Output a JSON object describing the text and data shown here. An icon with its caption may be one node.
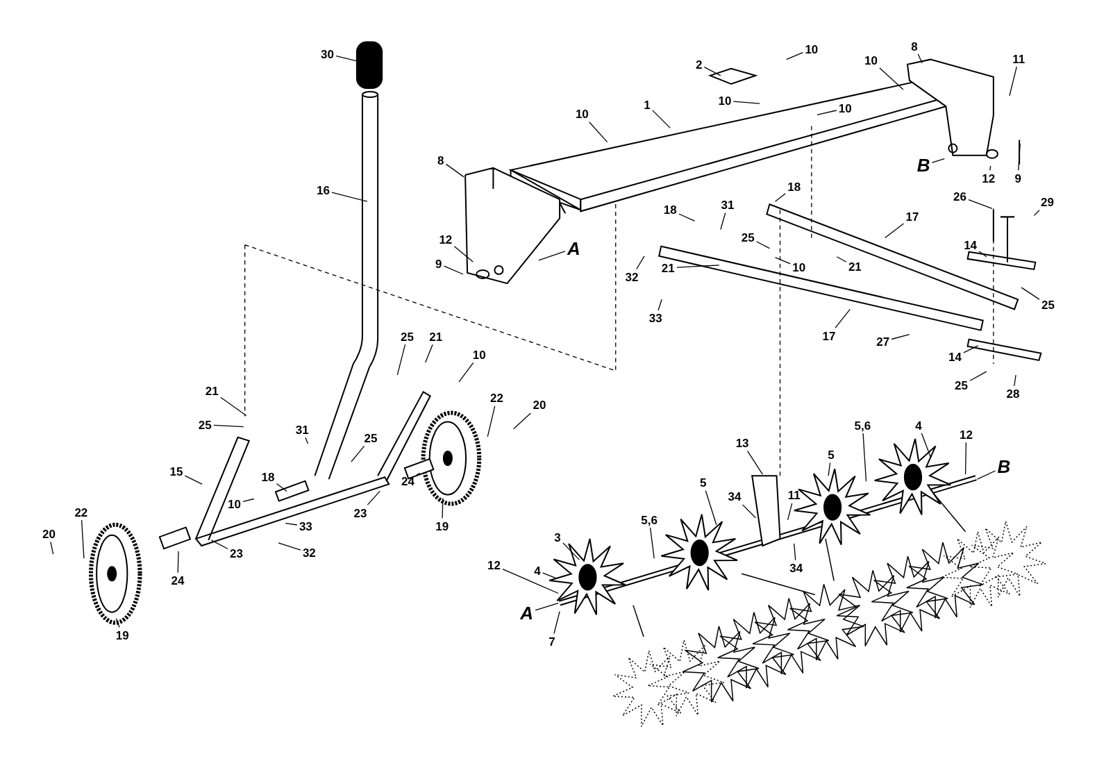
{
  "diagram": {
    "nodes": [
      {
        "text": [
          "30"
        ]
      },
      {
        "text": [
          "10"
        ]
      },
      {
        "text": [
          "8"
        ]
      },
      {
        "text": [
          "10"
        ]
      },
      {
        "text": [
          "11"
        ]
      },
      {
        "text": [
          "2"
        ]
      },
      {
        "text": [
          "10"
        ]
      },
      {
        "text": [
          "10"
        ]
      },
      {
        "text": [
          "10"
        ]
      },
      {
        "text": [
          "1"
        ]
      },
      {
        "text": [
          "B"
        ]
      },
      {
        "text": [
          "12"
        ]
      },
      {
        "text": [
          "9"
        ]
      },
      {
        "text": [
          "8"
        ]
      },
      {
        "text": [
          "16"
        ]
      },
      {
        "text": [
          "18"
        ]
      },
      {
        "text": [
          "26"
        ]
      },
      {
        "text": [
          "29"
        ]
      },
      {
        "text": [
          "31"
        ]
      },
      {
        "text": [
          "18"
        ]
      },
      {
        "text": [
          "17"
        ]
      },
      {
        "text": [
          "12"
        ]
      },
      {
        "text": [
          "14"
        ]
      },
      {
        "text": [
          "A"
        ]
      },
      {
        "text": [
          "25"
        ]
      },
      {
        "text": [
          "21"
        ]
      },
      {
        "text": [
          "21"
        ]
      },
      {
        "text": [
          "10"
        ]
      },
      {
        "text": [
          "9"
        ]
      },
      {
        "text": [
          "32"
        ]
      },
      {
        "text": [
          "33"
        ]
      },
      {
        "text": [
          "25"
        ]
      },
      {
        "text": [
          "17"
        ]
      },
      {
        "text": [
          "27"
        ]
      },
      {
        "text": [
          "14"
        ]
      },
      {
        "text": [
          "25"
        ]
      },
      {
        "text": [
          "21"
        ]
      },
      {
        "text": [
          "10"
        ]
      },
      {
        "text": [
          "21"
        ]
      },
      {
        "text": [
          "22"
        ]
      },
      {
        "text": [
          "20"
        ]
      },
      {
        "text": [
          "25"
        ]
      },
      {
        "text": [
          "31"
        ]
      },
      {
        "text": [
          "25"
        ]
      },
      {
        "text": [
          "15"
        ]
      },
      {
        "text": [
          "18"
        ]
      },
      {
        "text": [
          "13"
        ]
      },
      {
        "text": [
          "4"
        ]
      },
      {
        "text": [
          "5,6"
        ]
      },
      {
        "text": [
          "12"
        ]
      },
      {
        "text": [
          "B"
        ]
      },
      {
        "text": [
          "5"
        ]
      },
      {
        "text": [
          "5"
        ]
      },
      {
        "text": [
          "34"
        ]
      },
      {
        "text": [
          "11"
        ]
      },
      {
        "text": [
          "10"
        ]
      },
      {
        "text": [
          "24"
        ]
      },
      {
        "text": [
          "23"
        ]
      },
      {
        "text": [
          "19"
        ]
      },
      {
        "text": [
          "5,6"
        ]
      },
      {
        "text": [
          "33"
        ]
      },
      {
        "text": [
          "3"
        ]
      },
      {
        "text": [
          "34"
        ]
      },
      {
        "text": [
          "20"
        ]
      },
      {
        "text": [
          "22"
        ]
      },
      {
        "text": [
          "23"
        ]
      },
      {
        "text": [
          "32"
        ]
      },
      {
        "text": [
          "12"
        ]
      },
      {
        "text": [
          "4"
        ]
      },
      {
        "text": [
          "24"
        ]
      },
      {
        "text": [
          "A"
        ]
      },
      {
        "text": [
          "7"
        ]
      },
      {
        "text": [
          "19"
        ]
      },
      {
        "text": [
          "28"
        ]
      },
      {
        "text": [
          "25"
        ]
      }
    ],
    "edges": [
      {
        "from": 0,
        "to": null,
        "arrow": "none"
      },
      {
        "from": 1,
        "to": null,
        "arrow": "none"
      },
      {
        "from": 2,
        "to": null,
        "arrow": "none"
      },
      {
        "from": 3,
        "to": null,
        "arrow": "none"
      },
      {
        "from": 4,
        "to": null,
        "arrow": "none"
      },
      {
        "from": 5,
        "to": null,
        "arrow": "none"
      },
      {
        "from": 6,
        "to": null,
        "arrow": "none"
      },
      {
        "from": 7,
        "to": null,
        "arrow": "none"
      },
      {
        "from": 8,
        "to": null,
        "arrow": "none"
      },
      {
        "from": 9,
        "to": null,
        "arrow": "none"
      },
      {
        "from": 10,
        "to": null,
        "arrow": "none"
      },
      {
        "from": 11,
        "to": null,
        "arrow": "none"
      },
      {
        "from": 12,
        "to": null,
        "arrow": "none"
      },
      {
        "from": 13,
        "to": null,
        "arrow": "none"
      },
      {
        "from": 14,
        "to": null,
        "arrow": "none"
      },
      {
        "from": 15,
        "to": null,
        "arrow": "none"
      },
      {
        "from": 16,
        "to": null,
        "arrow": "none"
      },
      {
        "from": 17,
        "to": null,
        "arrow": "none"
      },
      {
        "from": 18,
        "to": null,
        "arrow": "none"
      },
      {
        "from": 19,
        "to": null,
        "arrow": "none"
      },
      {
        "from": 20,
        "to": null,
        "arrow": "none"
      },
      {
        "from": 21,
        "to": null,
        "arrow": "none"
      },
      {
        "from": 22,
        "to": null,
        "arrow": "none"
      },
      {
        "from": 23,
        "to": null,
        "arrow": "none"
      },
      {
        "from": 24,
        "to": null,
        "arrow": "none"
      },
      {
        "from": 25,
        "to": null,
        "arrow": "none"
      },
      {
        "from": 26,
        "to": null,
        "arrow": "none"
      },
      {
        "from": 27,
        "to": null,
        "arrow": "none"
      },
      {
        "from": 28,
        "to": null,
        "arrow": "none"
      },
      {
        "from": 29,
        "to": null,
        "arrow": "none"
      },
      {
        "from": 30,
        "to": null,
        "arrow": "none"
      },
      {
        "from": 31,
        "to": null,
        "arrow": "none"
      },
      {
        "from": 32,
        "to": null,
        "arrow": "none"
      },
      {
        "from": 33,
        "to": null,
        "arrow": "none"
      },
      {
        "from": 34,
        "to": null,
        "arrow": "none"
      },
      {
        "from": 35,
        "to": null,
        "arrow": "none"
      },
      {
        "from": 36,
        "to": null,
        "arrow": "none"
      },
      {
        "from": 37,
        "to": null,
        "arrow": "none"
      },
      {
        "from": 38,
        "to": null,
        "arrow": "none"
      },
      {
        "from": 39,
        "to": null,
        "arrow": "none"
      },
      {
        "from": 40,
        "to": null,
        "arrow": "none"
      },
      {
        "from": 41,
        "to": null,
        "arrow": "none"
      },
      {
        "from": 42,
        "to": null,
        "arrow": "none"
      },
      {
        "from": 43,
        "to": null,
        "arrow": "none"
      },
      {
        "from": 44,
        "to": null,
        "arrow": "none"
      },
      {
        "from": 45,
        "to": null,
        "arrow": "none"
      },
      {
        "from": 46,
        "to": null,
        "arrow": "none"
      },
      {
        "from": 47,
        "to": null,
        "arrow": "none"
      },
      {
        "from": 48,
        "to": null,
        "arrow": "none"
      },
      {
        "from": 49,
        "to": null,
        "arrow": "none"
      },
      {
        "from": 50,
        "to": null,
        "arrow": "none"
      },
      {
        "from": 51,
        "to": null,
        "arrow": "none"
      },
      {
        "from": 52,
        "to": null,
        "arrow": "none"
      },
      {
        "from": 53,
        "to": null,
        "arrow": "none"
      },
      {
        "from": 54,
        "to": null,
        "arrow": "none"
      },
      {
        "from": 55,
        "to": null,
        "arrow": "none"
      },
      {
        "from": 56,
        "to": null,
        "arrow": "none"
      },
      {
        "from": 57,
        "to": null,
        "arrow": "none"
      },
      {
        "from": 58,
        "to": null,
        "arrow": "none"
      },
      {
        "from": 59,
        "to": null,
        "arrow": "none"
      },
      {
        "from": 60,
        "to": null,
        "arrow": "none"
      },
      {
        "from": 61,
        "to": null,
        "arrow": "none"
      },
      {
        "from": 62,
        "to": null,
        "arrow": "none"
      },
      {
        "from": 63,
        "to": null,
        "arrow": "none"
      },
      {
        "from": 64,
        "to": null,
        "arrow": "none"
      },
      {
        "from": 65,
        "to": null,
        "arrow": "none"
      },
      {
        "from": 66,
        "to": null,
        "arrow": "none"
      },
      {
        "from": 67,
        "to": null,
        "arrow": "none"
      },
      {
        "from": 68,
        "to": null,
        "arrow": "none"
      },
      {
        "from": 69,
        "to": null,
        "arrow": "none"
      },
      {
        "from": 70,
        "to": null,
        "arrow": "none"
      },
      {
        "from": 71,
        "to": null,
        "arrow": "none"
      },
      {
        "from": 72,
        "to": null,
        "arrow": "none"
      },
      {
        "from": 73,
        "to": null,
        "arrow": "none"
      },
      {
        "from": 74,
        "to": null,
        "arrow": "none"
      }
    ]
  }
}
